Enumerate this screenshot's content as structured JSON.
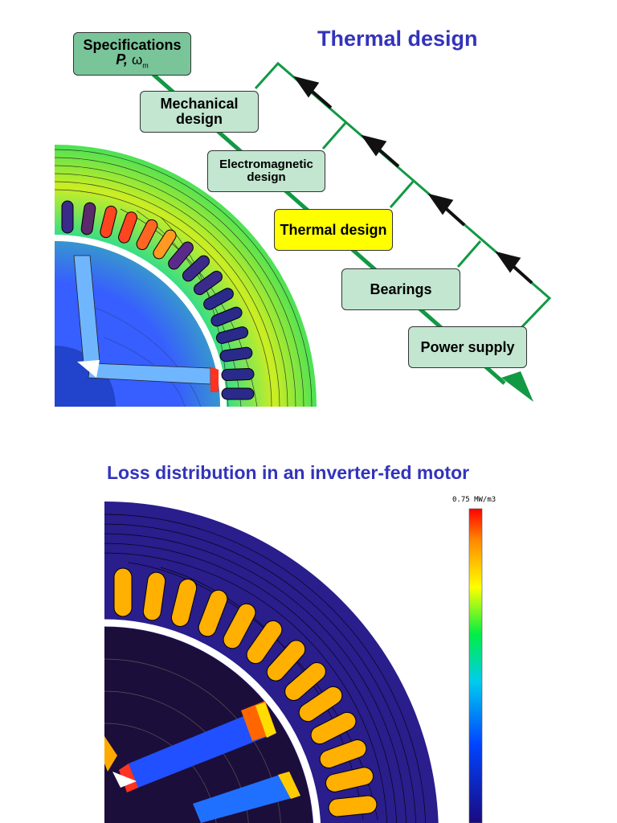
{
  "top": {
    "title": "Thermal design",
    "boxes": {
      "specifications": "Specifications",
      "spec_p": "P,",
      "spec_omega": "ω",
      "spec_sub": "m",
      "mechanical_line1": "Mechanical",
      "mechanical_line2": "design",
      "electromagnetic_line1": "Electromagnetic",
      "electromagnetic_line2": "design",
      "thermal": "Thermal design",
      "bearings": "Bearings",
      "power_supply": "Power supply"
    },
    "colors": {
      "flow_line": "#119944",
      "feedback_arrow": "#111111",
      "highlight_box": "#ffff00",
      "box": "#c2e6d0"
    }
  },
  "bottom": {
    "title": "Loss distribution in an inverter-fed motor",
    "scale_max_label": "0.75 MW/m3",
    "colors": {
      "background_loss": "#2a1d8c",
      "winding_loss": "#ffb000"
    }
  }
}
